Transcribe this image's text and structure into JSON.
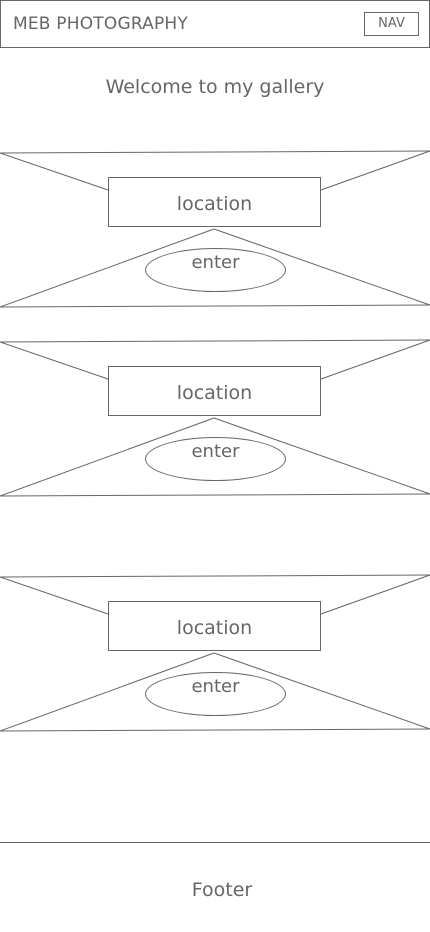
{
  "header": {
    "brand": "MEB PHOTOGRAPHY",
    "nav_label": "NAV"
  },
  "intro": {
    "welcome": "Welcome to my gallery"
  },
  "gallery": {
    "cards": [
      {
        "location": "location",
        "enter": "enter"
      },
      {
        "location": "location",
        "enter": "enter"
      },
      {
        "location": "location",
        "enter": "enter"
      }
    ]
  },
  "footer": {
    "label": "Footer"
  }
}
